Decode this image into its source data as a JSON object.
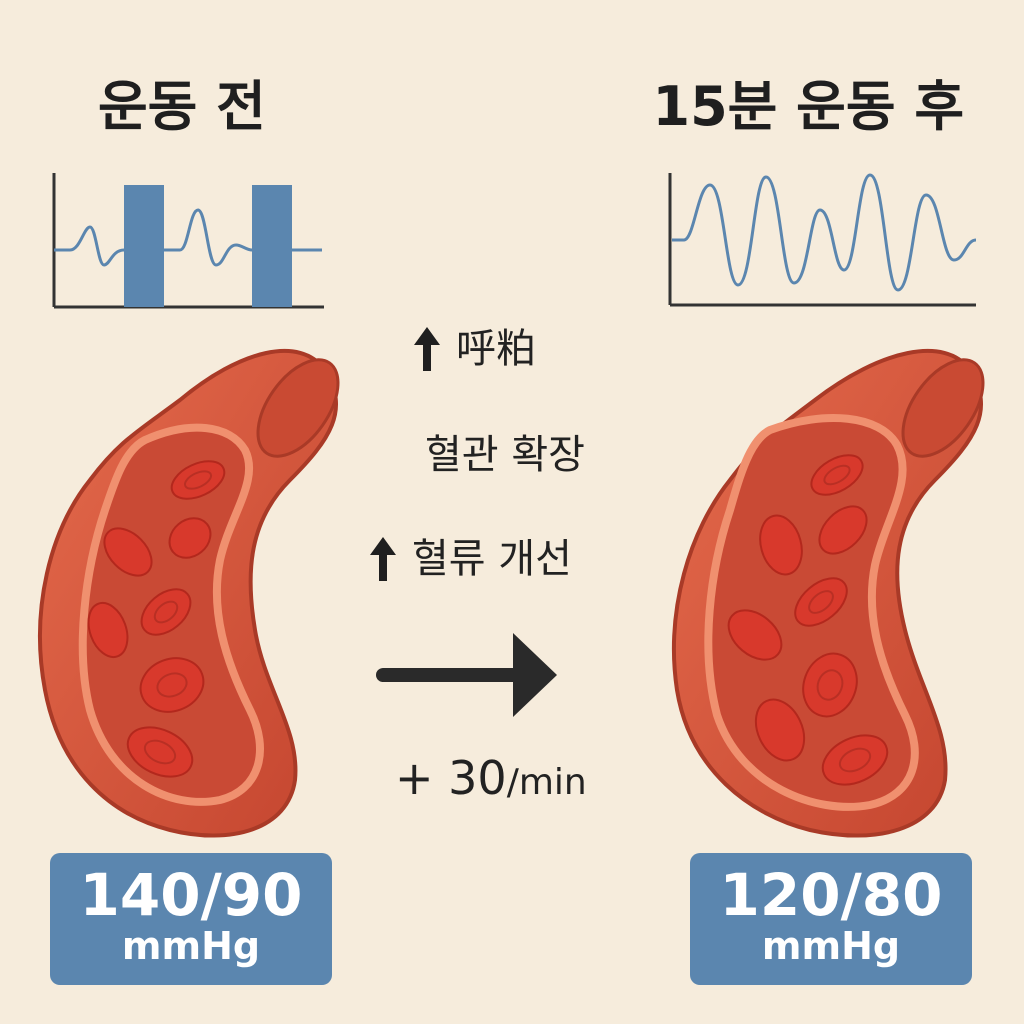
{
  "before": {
    "title": "운동 전",
    "bp_value": "140/90",
    "bp_unit": "mmHg"
  },
  "after": {
    "title": "15분 운동 후",
    "bp_value": "120/80",
    "bp_unit": "mmHg"
  },
  "middle": {
    "label_1": "呼粕",
    "label_2": "혈관 확장",
    "label_3": "혈류 개선",
    "rate_value": "+ 30",
    "rate_unit": "/min"
  },
  "colors": {
    "background": "#f6ecdc",
    "accent_blue": "#5b86af",
    "vessel_outer": "#d65a3f",
    "vessel_inner": "#c8472f",
    "blood_cell": "#d8392c"
  },
  "icons": [
    "up-arrow-icon",
    "right-arrow-icon",
    "blood-vessel-icon",
    "blood-cell-icon"
  ]
}
